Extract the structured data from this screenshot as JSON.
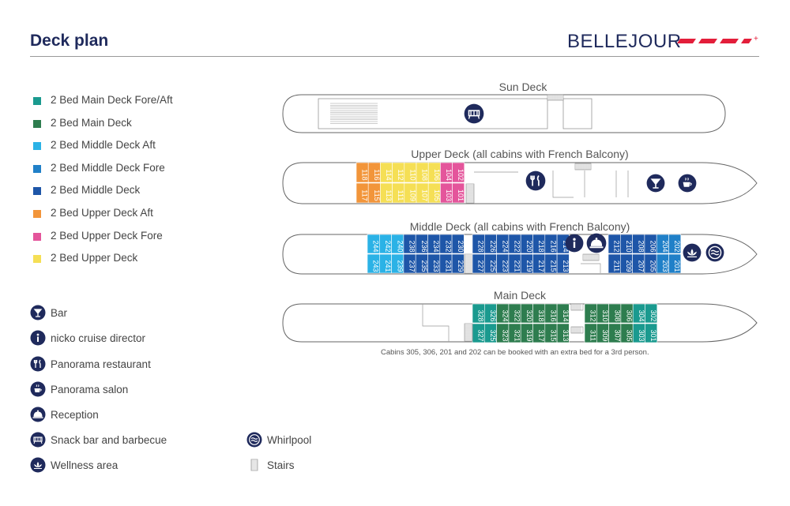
{
  "header": {
    "title": "Deck plan",
    "brand": "BELLEJOUR"
  },
  "colors": {
    "main_fore_aft": "#1a9a8f",
    "main": "#2e7d4f",
    "middle_aft": "#2bb2e6",
    "middle_fore": "#2080c8",
    "middle": "#1e56a8",
    "upper_aft": "#f2953a",
    "upper_fore": "#e4559b",
    "upper": "#f5df55",
    "icon": "#1f2a5c",
    "brand_accent": "#e31e3a"
  },
  "legend": {
    "cabins": [
      {
        "label": "2 Bed Main Deck Fore/Aft",
        "color": "#1a9a8f"
      },
      {
        "label": "2 Bed Main Deck",
        "color": "#2e7d4f"
      },
      {
        "label": "2 Bed Middle Deck Aft",
        "color": "#2bb2e6"
      },
      {
        "label": "2 Bed Middle Deck Fore",
        "color": "#2080c8"
      },
      {
        "label": "2 Bed Middle Deck",
        "color": "#1e56a8"
      },
      {
        "label": "2 Bed Upper Deck Aft",
        "color": "#f2953a"
      },
      {
        "label": "2 Bed Upper Deck Fore",
        "color": "#e4559b"
      },
      {
        "label": "2 Bed Upper Deck",
        "color": "#f5df55"
      }
    ],
    "facilities": [
      {
        "label": "Bar",
        "icon": "cocktail-icon"
      },
      {
        "label": "nicko cruise director",
        "icon": "info-icon"
      },
      {
        "label": "Panorama restaurant",
        "icon": "cutlery-icon"
      },
      {
        "label": "Panorama salon",
        "icon": "coffee-icon"
      },
      {
        "label": "Reception",
        "icon": "bell-icon"
      },
      {
        "label": "Snack bar and barbecue",
        "icon": "grill-icon"
      },
      {
        "label": "Wellness area",
        "icon": "lotus-icon"
      },
      {
        "label": "Whirlpool",
        "icon": "whirlpool-icon"
      },
      {
        "label": "Stairs",
        "icon": "stairs-icon"
      }
    ]
  },
  "decks": {
    "sun": {
      "label": "Sun Deck"
    },
    "upper": {
      "label": "Upper Deck (all cabins with French Balcony)",
      "top": [
        {
          "n": "118",
          "c": "upper_aft"
        },
        {
          "n": "116",
          "c": "upper_aft"
        },
        {
          "n": "114",
          "c": "upper"
        },
        {
          "n": "112",
          "c": "upper"
        },
        {
          "n": "110",
          "c": "upper"
        },
        {
          "n": "108",
          "c": "upper"
        },
        {
          "n": "106",
          "c": "upper"
        },
        {
          "n": "104",
          "c": "upper_fore"
        },
        {
          "n": "102",
          "c": "upper_fore"
        }
      ],
      "bottom": [
        {
          "n": "117",
          "c": "upper_aft"
        },
        {
          "n": "115",
          "c": "upper_aft"
        },
        {
          "n": "113",
          "c": "upper"
        },
        {
          "n": "111",
          "c": "upper"
        },
        {
          "n": "109",
          "c": "upper"
        },
        {
          "n": "107",
          "c": "upper"
        },
        {
          "n": "105",
          "c": "upper"
        },
        {
          "n": "103",
          "c": "upper_fore"
        },
        {
          "n": "101",
          "c": "upper_fore"
        }
      ]
    },
    "middle": {
      "label": "Middle Deck (all cabins with French Balcony)",
      "aft_top": [
        "244",
        "242",
        "240",
        "238",
        "236",
        "234",
        "232",
        "230"
      ],
      "aft_bottom": [
        "243",
        "241",
        "239",
        "237",
        "235",
        "233",
        "231",
        "229"
      ],
      "aft_colors": [
        "middle_aft",
        "middle_aft",
        "middle_aft",
        "middle",
        "middle",
        "middle",
        "middle",
        "middle"
      ],
      "mid_top": [
        "228",
        "226",
        "224",
        "222",
        "220",
        "218",
        "216",
        "214"
      ],
      "mid_bottom": [
        "227",
        "225",
        "223",
        "221",
        "219",
        "217",
        "215",
        "213"
      ],
      "fore_top": [
        "212",
        "210",
        "208",
        "206",
        "204",
        "202"
      ],
      "fore_bottom": [
        "211",
        "209",
        "207",
        "205",
        "203",
        "201"
      ],
      "fore_colors": [
        "middle",
        "middle",
        "middle",
        "middle",
        "middle_fore",
        "middle_fore"
      ]
    },
    "main": {
      "label": "Main Deck",
      "aft_top": [
        "328",
        "326",
        "324",
        "322",
        "320",
        "318",
        "316",
        "314"
      ],
      "aft_bottom": [
        "327",
        "325",
        "323",
        "321",
        "319",
        "317",
        "315",
        "313"
      ],
      "aft_colors": [
        "main_fore_aft",
        "main_fore_aft",
        "main",
        "main",
        "main",
        "main",
        "main",
        "main"
      ],
      "fore_top": [
        "312",
        "310",
        "308",
        "306",
        "304",
        "302"
      ],
      "fore_bottom": [
        "311",
        "309",
        "307",
        "305",
        "303",
        "301"
      ],
      "fore_colors": [
        "main",
        "main",
        "main",
        "main",
        "main_fore_aft",
        "main_fore_aft"
      ]
    }
  },
  "note": "Cabins 305, 306, 201 and 202 can be booked with an extra bed for a 3rd person."
}
